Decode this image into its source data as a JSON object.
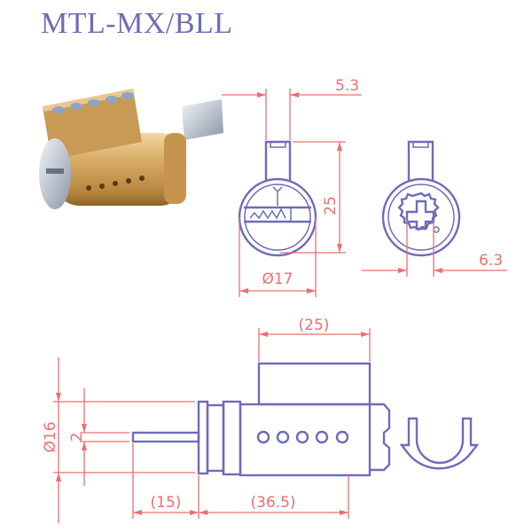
{
  "title": "MTL-MX/BLL",
  "dimensions": {
    "stem_width": "5.3",
    "height": "25",
    "diameter_front": "Ø17",
    "cam_width": "6.3",
    "housing_length": "(25)",
    "body_diameter": "Ø16",
    "tail_thickness": "2",
    "tail_length": "(15)",
    "body_length": "(36.5)"
  },
  "colors": {
    "outline": "#6e6cb8",
    "dimension": "#ec6f72",
    "brass": "#c9a060"
  }
}
